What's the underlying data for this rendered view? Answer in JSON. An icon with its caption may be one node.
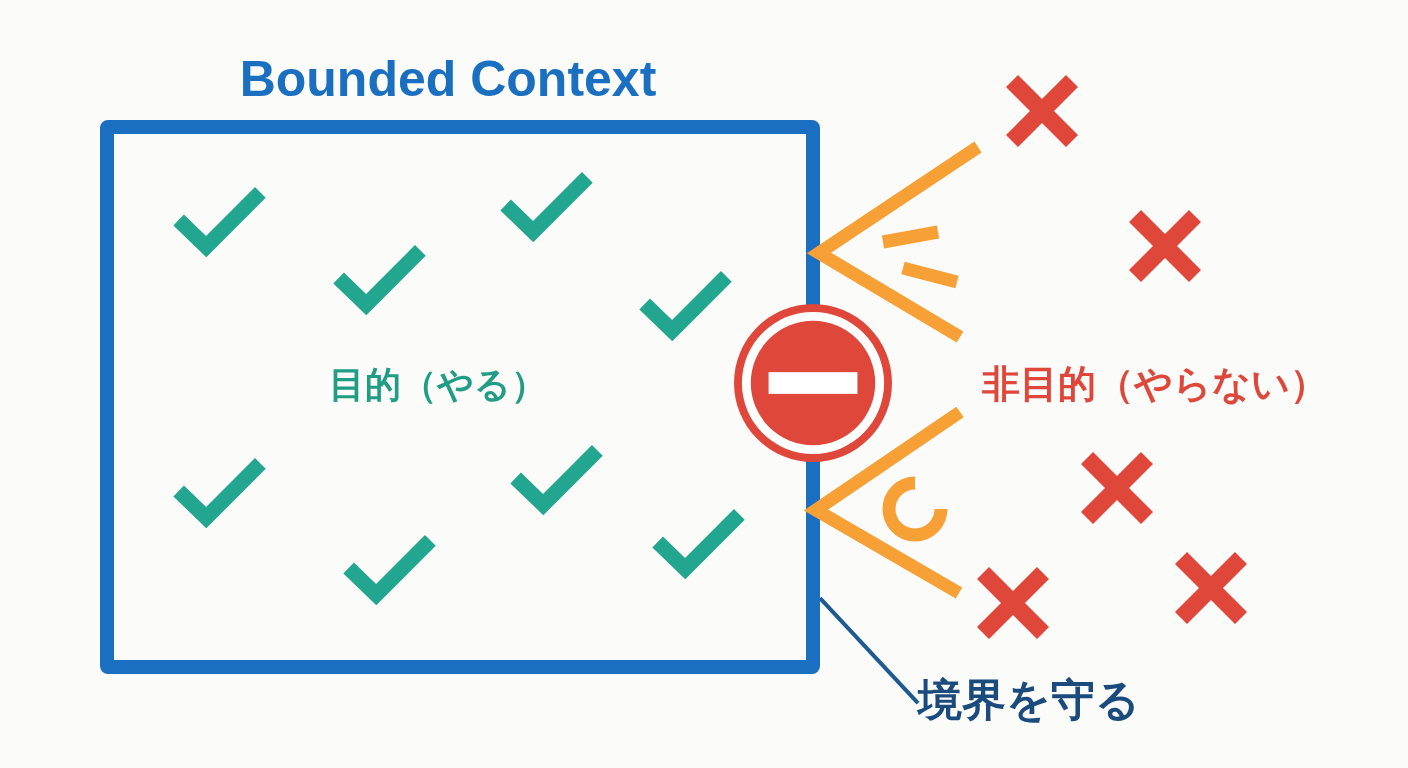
{
  "diagram": {
    "nodes": [
      {
        "text": [
          "Bounded Context",
          "目的（やる）"
        ]
      },
      {
        "text": [
          "境界を守る"
        ]
      }
    ],
    "edges": [
      {
        "from": 1,
        "to": 0,
        "arrow": "none"
      }
    ],
    "labels": [
      "非目的（やらない）"
    ]
  }
}
